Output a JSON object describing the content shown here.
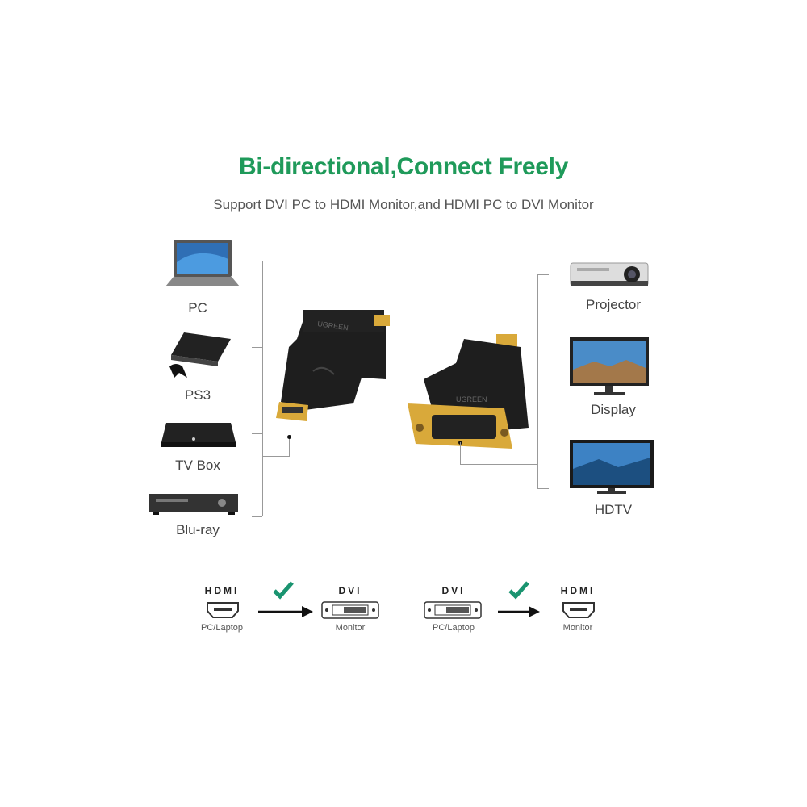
{
  "header": {
    "title": "Bi-directional,Connect Freely",
    "subtitle": "Support DVI PC to HDMI Monitor,and HDMI PC to DVI Monitor"
  },
  "left_devices": [
    {
      "label": "PC",
      "icon": "laptop-icon"
    },
    {
      "label": "PS3",
      "icon": "game-console-icon"
    },
    {
      "label": "TV Box",
      "icon": "tv-box-icon"
    },
    {
      "label": "Blu-ray",
      "icon": "bluray-player-icon"
    }
  ],
  "right_devices": [
    {
      "label": "Projector",
      "icon": "projector-icon"
    },
    {
      "label": "Display",
      "icon": "monitor-icon"
    },
    {
      "label": "HDTV",
      "icon": "tv-icon"
    }
  ],
  "product": {
    "brand": "UGREEN"
  },
  "flows": [
    {
      "from_type": "HDMI",
      "from_label": "PC/Laptop",
      "to_type": "DVI",
      "to_label": "Monitor"
    },
    {
      "from_type": "DVI",
      "from_label": "PC/Laptop",
      "to_type": "HDMI",
      "to_label": "Monitor"
    }
  ],
  "colors": {
    "accent": "#1f9a5a",
    "check": "#1a9470",
    "gold": "#d9a93a"
  }
}
